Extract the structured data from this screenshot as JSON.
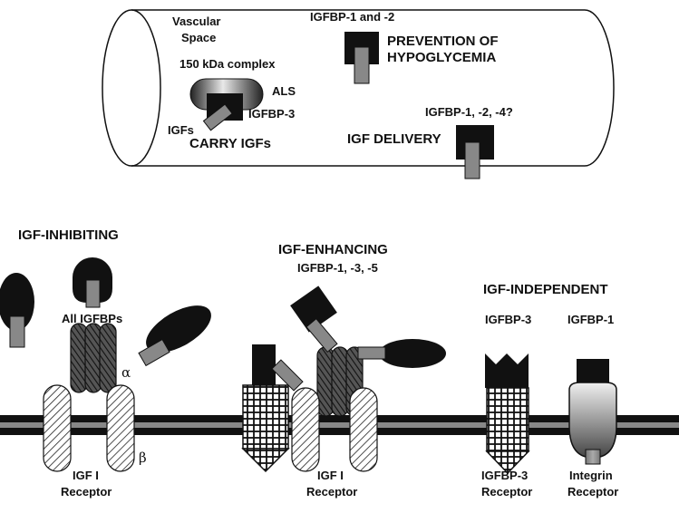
{
  "vascular": {
    "space_label_line1": "Vascular",
    "space_label_line2": "Space",
    "complex_label": "150 kDa complex",
    "als_label": "ALS",
    "igfs_label": "IGFs",
    "igfbp3_label": "IGFBP-3",
    "carry_label": "CARRY IGFs",
    "igfbp12_label": "IGFBP-1 and -2",
    "prevention_line1": "PREVENTION OF",
    "prevention_line2": "HYPOGLYCEMIA",
    "igfbp124_label": "IGFBP-1, -2, -4?",
    "delivery_label": "IGF DELIVERY"
  },
  "inhibiting": {
    "title": "IGF-INHIBITING",
    "all_label": "All IGFBPs",
    "alpha": "α",
    "beta": "β",
    "receptor_line1": "IGF I",
    "receptor_line2": "Receptor"
  },
  "enhancing": {
    "title": "IGF-ENHANCING",
    "subtitle": "IGFBP-1, -3, -5",
    "receptor_line1": "IGF I",
    "receptor_line2": "Receptor"
  },
  "independent": {
    "title": "IGF-INDEPENDENT",
    "igfbp3_label": "IGFBP-3",
    "igfbp1_label": "IGFBP-1",
    "igfbp3_receptor_line1": "IGFBP-3",
    "igfbp3_receptor_line2": "Receptor",
    "integrin_receptor_line1": "Integrin",
    "integrin_receptor_line2": "Receptor"
  }
}
